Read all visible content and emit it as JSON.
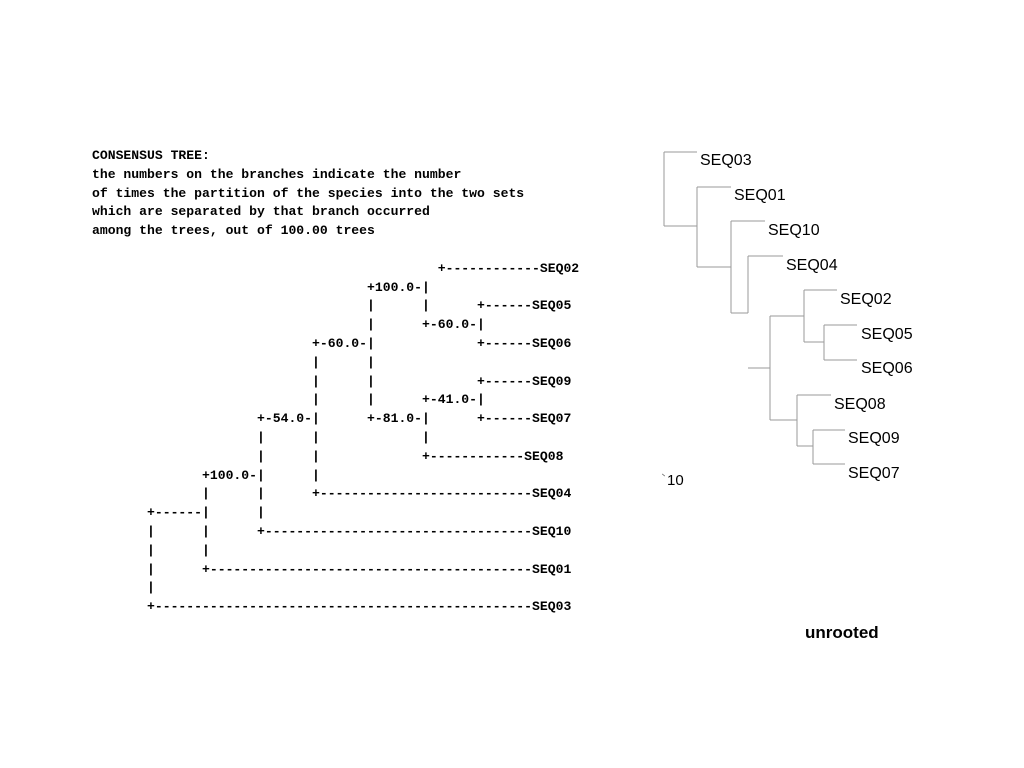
{
  "consensus": {
    "header_lines": [
      "CONSENSUS TREE:",
      "the numbers on the branches indicate the number",
      "of times the partition of the species into the two sets",
      "which are separated by that branch occurred",
      "among the trees, out of 100.00 trees"
    ],
    "tree_lines": [
      "                                            +------------SEQ02",
      "                                   +100.0-|",
      "                                   |      |      +------SEQ05",
      "                                   |      +-60.0-|",
      "                            +-60.0-|             +------SEQ06",
      "                            |      |",
      "                            |      |             +------SEQ09",
      "                            |      |      +-41.0-|",
      "                     +-54.0-|      +-81.0-|      +------SEQ07",
      "                     |      |             |",
      "                     |      |             +------------SEQ08",
      "              +100.0-|      |",
      "              |      |      +---------------------------SEQ04",
      "       +------|      |",
      "       |      |      +----------------------------------SEQ10",
      "       |      |",
      "       |      +-----------------------------------------SEQ01",
      "       |",
      "       +------------------------------------------------SEQ03"
    ]
  },
  "tree_plot": {
    "leaves": [
      "SEQ03",
      "SEQ01",
      "SEQ10",
      "SEQ04",
      "SEQ02",
      "SEQ05",
      "SEQ06",
      "SEQ08",
      "SEQ09",
      "SEQ07"
    ],
    "scale_label": "10",
    "tree_type": "unrooted",
    "line_color": "#9a9a9a"
  }
}
